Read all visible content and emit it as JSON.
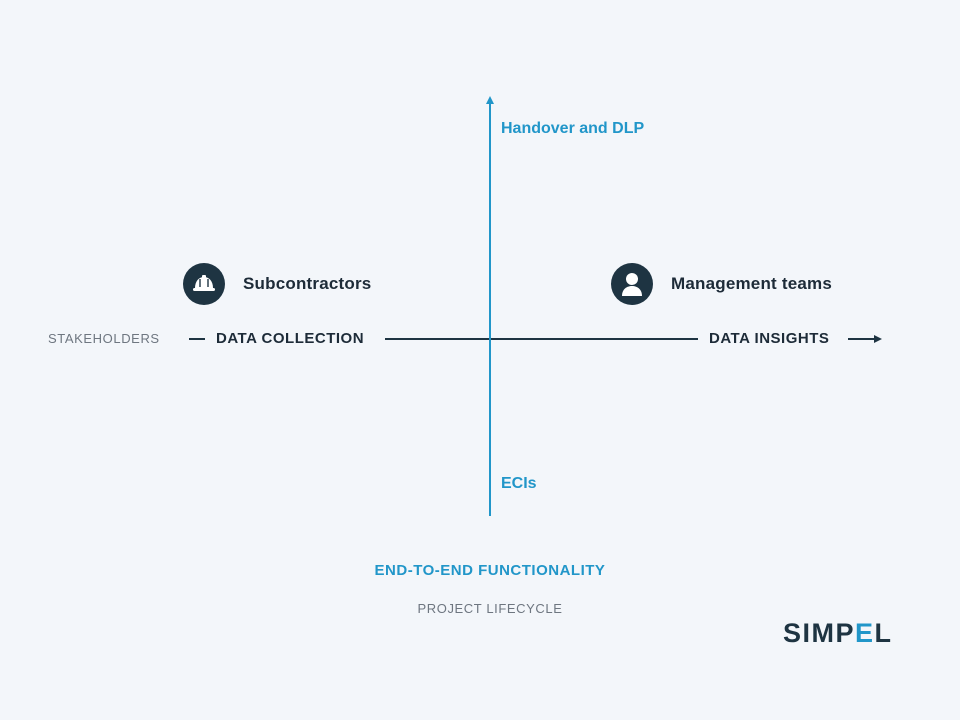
{
  "diagram": {
    "x_axis": {
      "prefix": "STAKEHOLDERS",
      "start_label": "DATA COLLECTION",
      "end_label": "DATA INSIGHTS"
    },
    "y_axis": {
      "top_label": "Handover and DLP",
      "bottom_label": "ECIs"
    },
    "personas": [
      {
        "name": "Subcontractors",
        "icon": "hard-hat-icon"
      },
      {
        "name": "Management teams",
        "icon": "person-icon"
      }
    ],
    "footer": {
      "title": "END-TO-END FUNCTIONALITY",
      "subtitle": "PROJECT LIFECYCLE"
    }
  },
  "brand": {
    "logo_part1": "SIMP",
    "logo_accent": "E",
    "logo_part2": "L",
    "colors": {
      "navy": "#1e3442",
      "blue": "#2196c9",
      "background": "#f3f6fa"
    }
  }
}
